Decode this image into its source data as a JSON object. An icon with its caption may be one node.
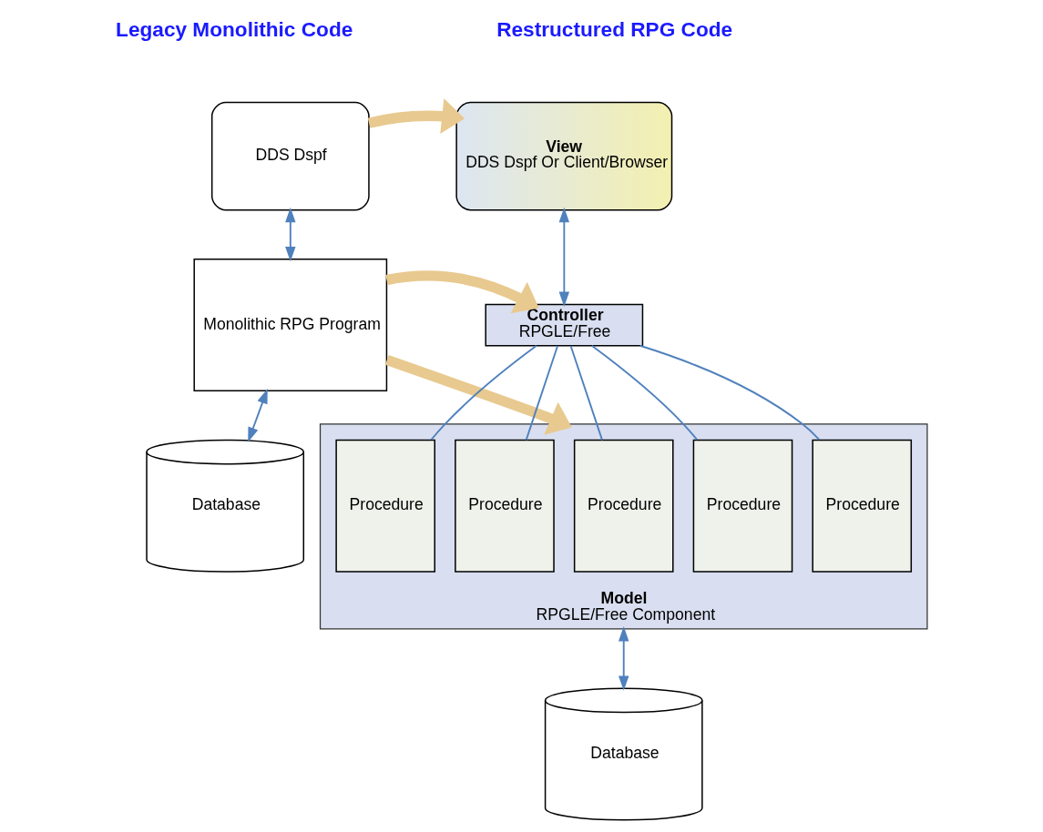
{
  "diagram": {
    "nodes": [
      {
        "text": [
          "DDS Dspf"
        ]
      },
      {
        "text": [
          "Monolithic RPG Program"
        ]
      },
      {
        "text": [
          "Database"
        ]
      },
      {
        "text": [
          "View",
          "DDS Dspf Or Client/Browser"
        ]
      },
      {
        "text": [
          "Controller",
          "RPGLE/Free"
        ]
      },
      {
        "text": [
          "Model",
          "RPGLE/Free Component"
        ]
      },
      {
        "text": [
          "Procedure"
        ],
        "in": 5
      },
      {
        "text": [
          "Procedure"
        ],
        "in": 5
      },
      {
        "text": [
          "Procedure"
        ],
        "in": 5
      },
      {
        "text": [
          "Procedure"
        ],
        "in": 5
      },
      {
        "text": [
          "Procedure"
        ],
        "in": 5
      },
      {
        "text": [
          "Database"
        ]
      }
    ],
    "edges": [
      {
        "from": 0,
        "to": 3,
        "arrow": "to",
        "style": "thick",
        "color": "#e8c98f"
      },
      {
        "from": 0,
        "to": 1,
        "arrow": "both"
      },
      {
        "from": 1,
        "to": 4,
        "arrow": "to",
        "style": "thick",
        "color": "#e8c98f"
      },
      {
        "from": 1,
        "to": 5,
        "arrow": "to",
        "style": "thick",
        "color": "#e8c98f"
      },
      {
        "from": 1,
        "to": 2,
        "arrow": "both"
      },
      {
        "from": 3,
        "to": 4,
        "arrow": "both"
      },
      {
        "from": 4,
        "to": 6,
        "arrow": "none"
      },
      {
        "from": 4,
        "to": 7,
        "arrow": "none"
      },
      {
        "from": 4,
        "to": 8,
        "arrow": "none"
      },
      {
        "from": 4,
        "to": 9,
        "arrow": "none"
      },
      {
        "from": 4,
        "to": 10,
        "arrow": "none"
      },
      {
        "from": 5,
        "to": 11,
        "arrow": "both"
      }
    ],
    "labels": [
      "Legacy Monolithic Code",
      "Restructured RPG Code"
    ]
  }
}
